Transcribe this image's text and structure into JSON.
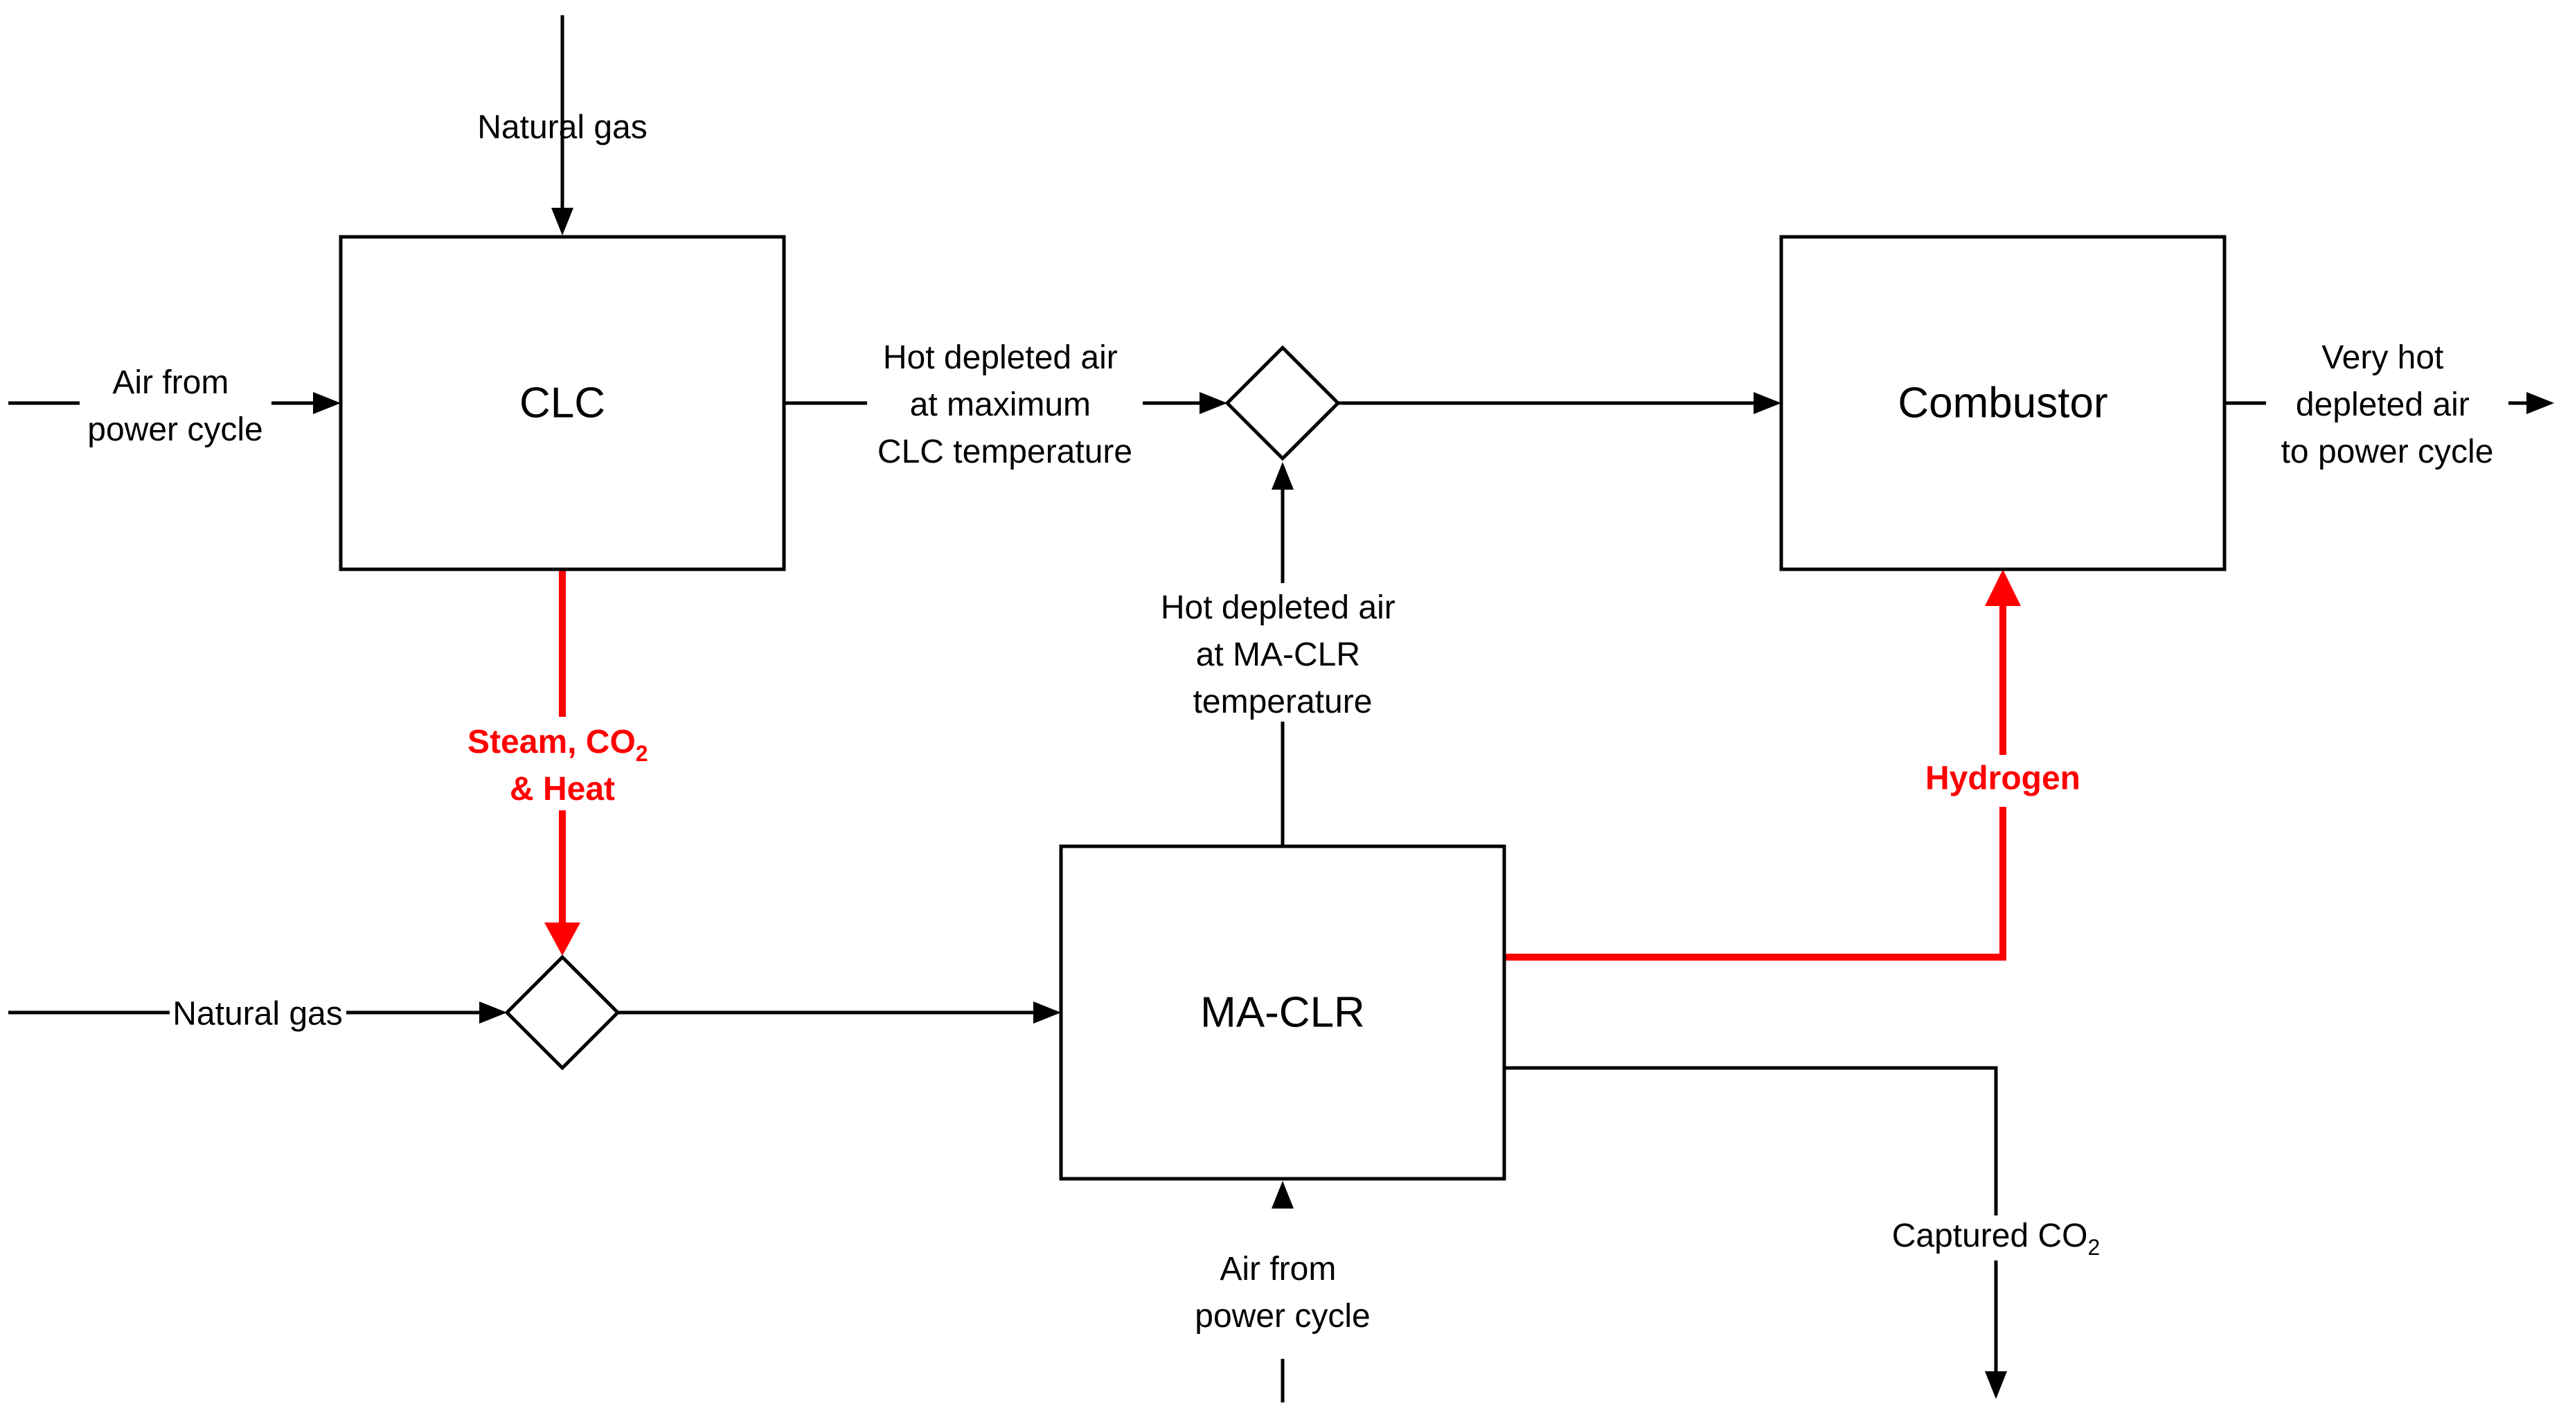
{
  "nodes": {
    "clc": "CLC",
    "ma_clr": "MA-CLR",
    "combustor": "Combustor"
  },
  "streams": {
    "natural_gas_top": "Natural gas",
    "air_from_power_cycle_left": [
      "Air from",
      "power cycle"
    ],
    "hot_depleted_air_max_clc": [
      "Hot depleted air",
      "at maximum",
      "CLC temperature"
    ],
    "very_hot_depleted_air": [
      "Very hot",
      "depleted air",
      "to power cycle"
    ],
    "hot_depleted_air_ma_clr": [
      "Hot depleted air",
      "at MA-CLR",
      "temperature"
    ],
    "steam_co2_heat": {
      "line1_prefix": "Steam, CO",
      "line1_subscript": "2",
      "line2": "& Heat"
    },
    "hydrogen": "Hydrogen",
    "natural_gas_bottom": "Natural gas",
    "captured_co2": {
      "prefix": "Captured CO",
      "subscript": "2"
    },
    "air_from_power_cycle_bottom": [
      "Air from",
      "power cycle"
    ]
  },
  "colors": {
    "process_flow": "#000000",
    "highlight_flow": "#ff0000"
  }
}
